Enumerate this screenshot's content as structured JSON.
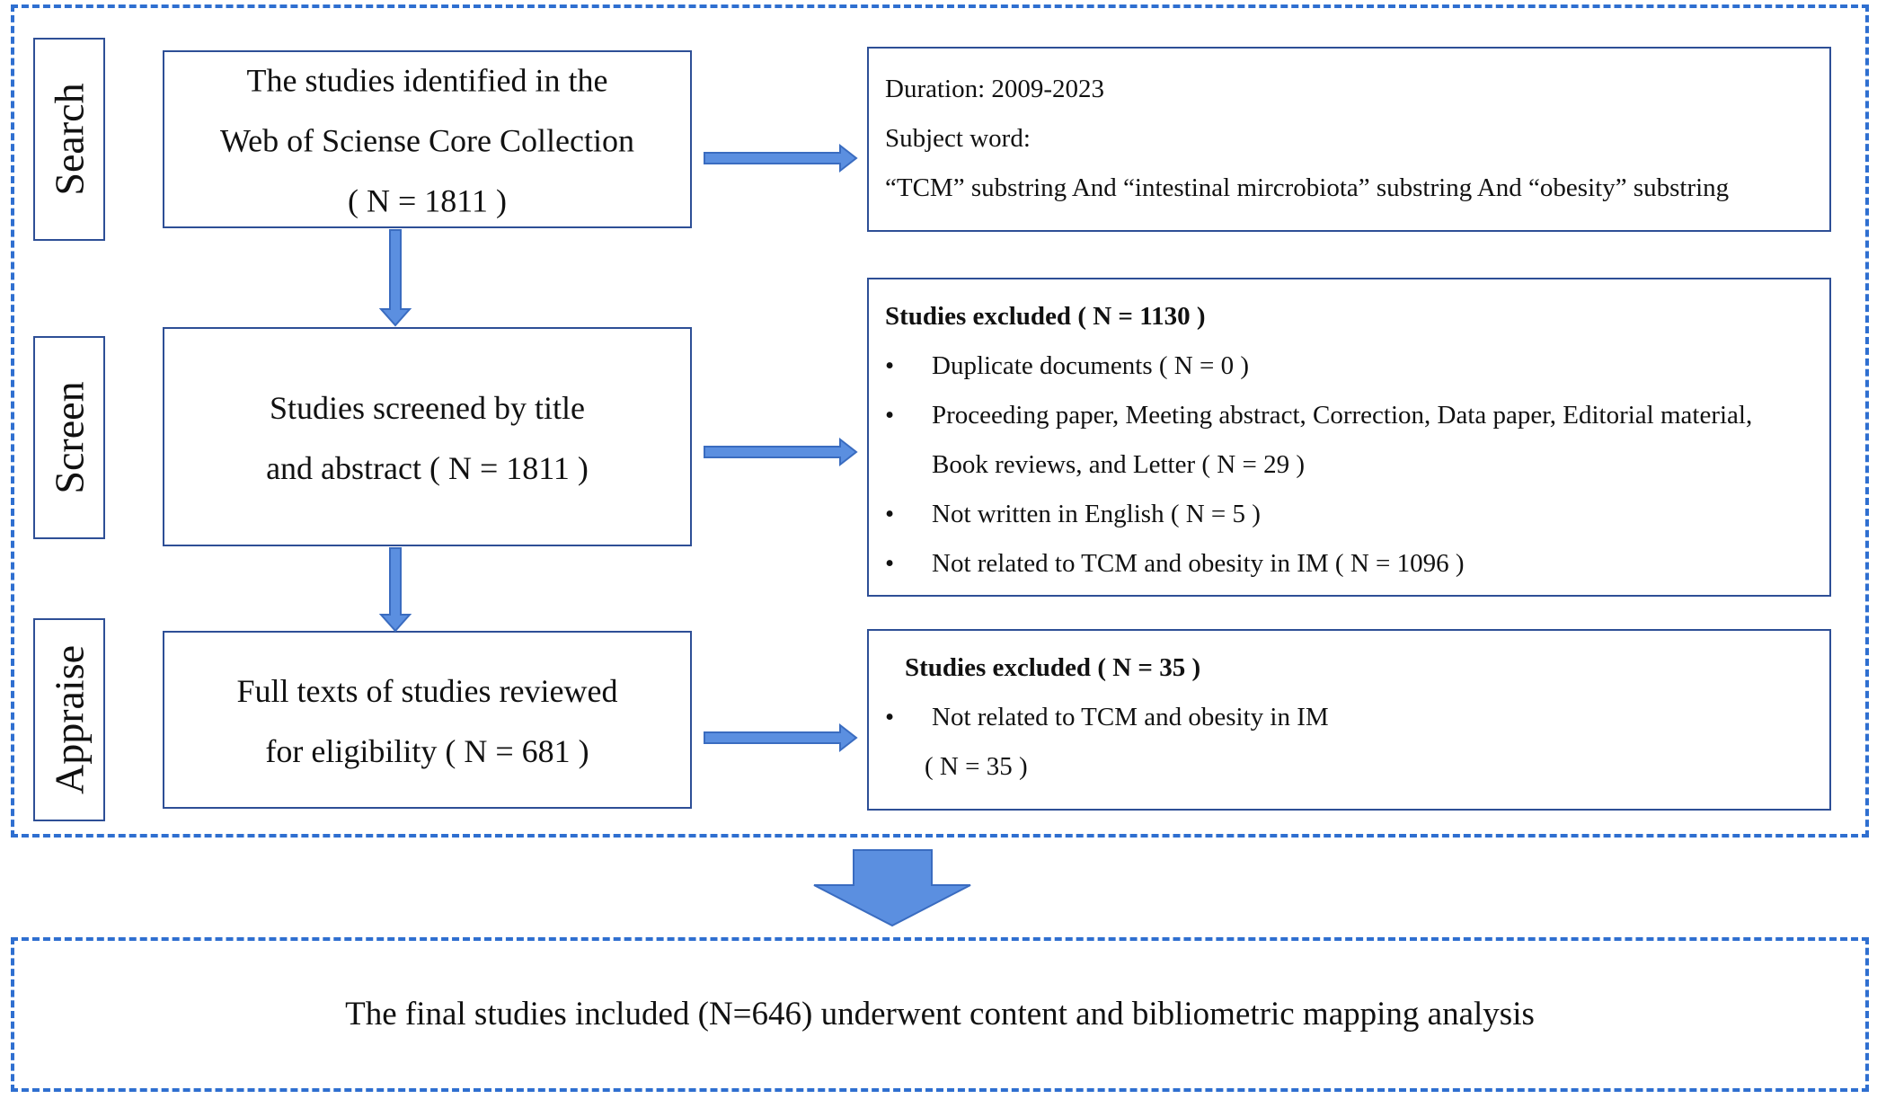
{
  "stages": {
    "search": "Search",
    "screen": "Screen",
    "appraise": "Appraise"
  },
  "main_boxes": {
    "identified": [
      "The studies identified in the",
      "Web of Sciense Core Collection",
      "( N = 1811 )"
    ],
    "screened": [
      "Studies screened by title",
      "and abstract  ( N = 1811 )"
    ],
    "fulltext": [
      "Full texts of studies reviewed",
      "for eligibility ( N = 681 )"
    ]
  },
  "side_boxes": {
    "search_info": {
      "duration": "Duration: 2009-2023",
      "subject_label": "Subject word:",
      "subject_query": "“TCM” substring  And “intestinal mircrobiota” substring  And “obesity” substring"
    },
    "screen_excluded": {
      "title": "Studies excluded ( N = 1130 )",
      "bullet": "•",
      "items": [
        "Duplicate documents ( N = 0 )",
        " Proceeding paper, Meeting abstract, Correction, Data paper, Editorial material,",
        "Not written in English ( N = 5 )",
        "Not related to TCM and obesity in IM ( N = 1096 )"
      ],
      "continuation": "Book reviews, and Letter ( N = 29 )"
    },
    "appraise_excluded": {
      "title": "Studies excluded ( N = 35 )",
      "bullet": "•",
      "item": "Not related to TCM and obesity in IM",
      "continuation": "( N = 35 )"
    }
  },
  "final": {
    "text": "The final studies included (N=646) underwent content and bibliometric mapping analysis"
  },
  "colors": {
    "dashed_border": "#2f6fd0",
    "box_border": "#2e4f96",
    "arrow_fill": "#5b8fe0",
    "arrow_stroke": "#3a6cc0"
  }
}
